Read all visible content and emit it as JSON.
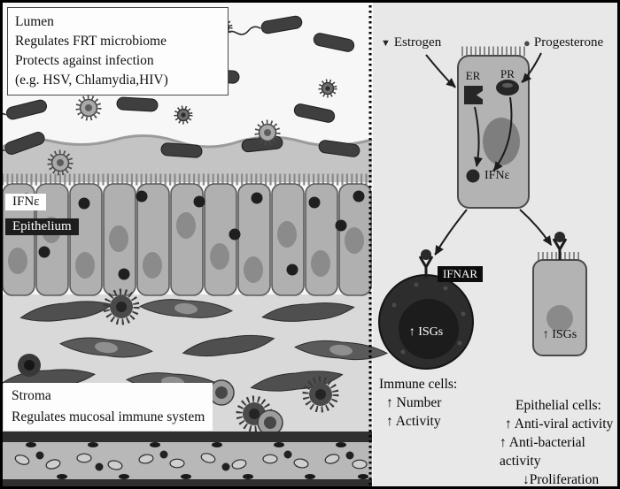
{
  "colors": {
    "right_panel_bg": "#e8e8e8",
    "stroma_bg": "#d9d9d9",
    "cell_gray": "#b3b3b3",
    "dark_ink": "#1c1c1c"
  },
  "left_panel": {
    "lumen_box": {
      "line1": "Lumen",
      "line2": "Regulates FRT microbiome",
      "line3": "Protects against infection",
      "line4": "(e.g. HSV, Chlamydia,HIV)"
    },
    "ifne_label": "IFNε",
    "epithelium_label": "Epithelium",
    "stroma_label": "Stroma",
    "stroma_caption": "Regulates mucosal immune system"
  },
  "right_panel": {
    "estrogen_icon": "▼",
    "estrogen_label": "Estrogen",
    "progesterone_icon": "●",
    "progesterone_label": "Progesterone",
    "er_label": "ER",
    "pr_label": "PR",
    "ifne_label": "IFNε",
    "ifnar_label": "IFNAR",
    "immune_isgs": "↑ ISGs",
    "epithelial_isgs": "↑ ISGs",
    "immune_caption": {
      "title": "Immune cells:",
      "line1": "↑ Number",
      "line2": "↑ Activity"
    },
    "epithelial_caption": {
      "title": "Epithelial cells:",
      "line1": "↑ Anti-viral activity",
      "line2": "↑ Anti-bacterial activity",
      "line3": "↓Proliferation"
    }
  }
}
